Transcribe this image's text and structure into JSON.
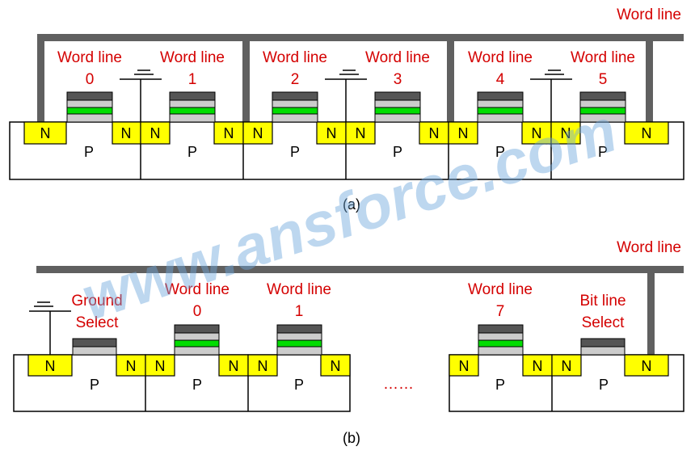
{
  "diagram_a": {
    "word_line_bus": "Word line",
    "cell_labels": [
      [
        "Word line",
        "0"
      ],
      [
        "Word line",
        "1"
      ],
      [
        "Word line",
        "2"
      ],
      [
        "Word line",
        "3"
      ],
      [
        "Word line",
        "4"
      ],
      [
        "Word line",
        "5"
      ]
    ],
    "n_label": "N",
    "p_label": "P",
    "caption": "(a)"
  },
  "diagram_b": {
    "word_line_bus": "Word line",
    "ground_select": [
      "Ground",
      "Select"
    ],
    "bit_line_select": [
      "Bit line",
      "Select"
    ],
    "cell_labels": [
      [
        "Word line",
        "0"
      ],
      [
        "Word line",
        "1"
      ],
      [
        "Word line",
        "7"
      ]
    ],
    "ellipsis": "……",
    "n_label": "N",
    "p_label": "P",
    "caption": "(b)"
  },
  "watermark": "www.ansforce.com",
  "colors": {
    "text_red": "#d40000",
    "n_region": "#ffff00",
    "gate_dark": "#555555",
    "gate_light": "#cccccc",
    "floating_gate": "#00dd00",
    "wire": "#606060",
    "watermark": "#6fa8dc"
  }
}
